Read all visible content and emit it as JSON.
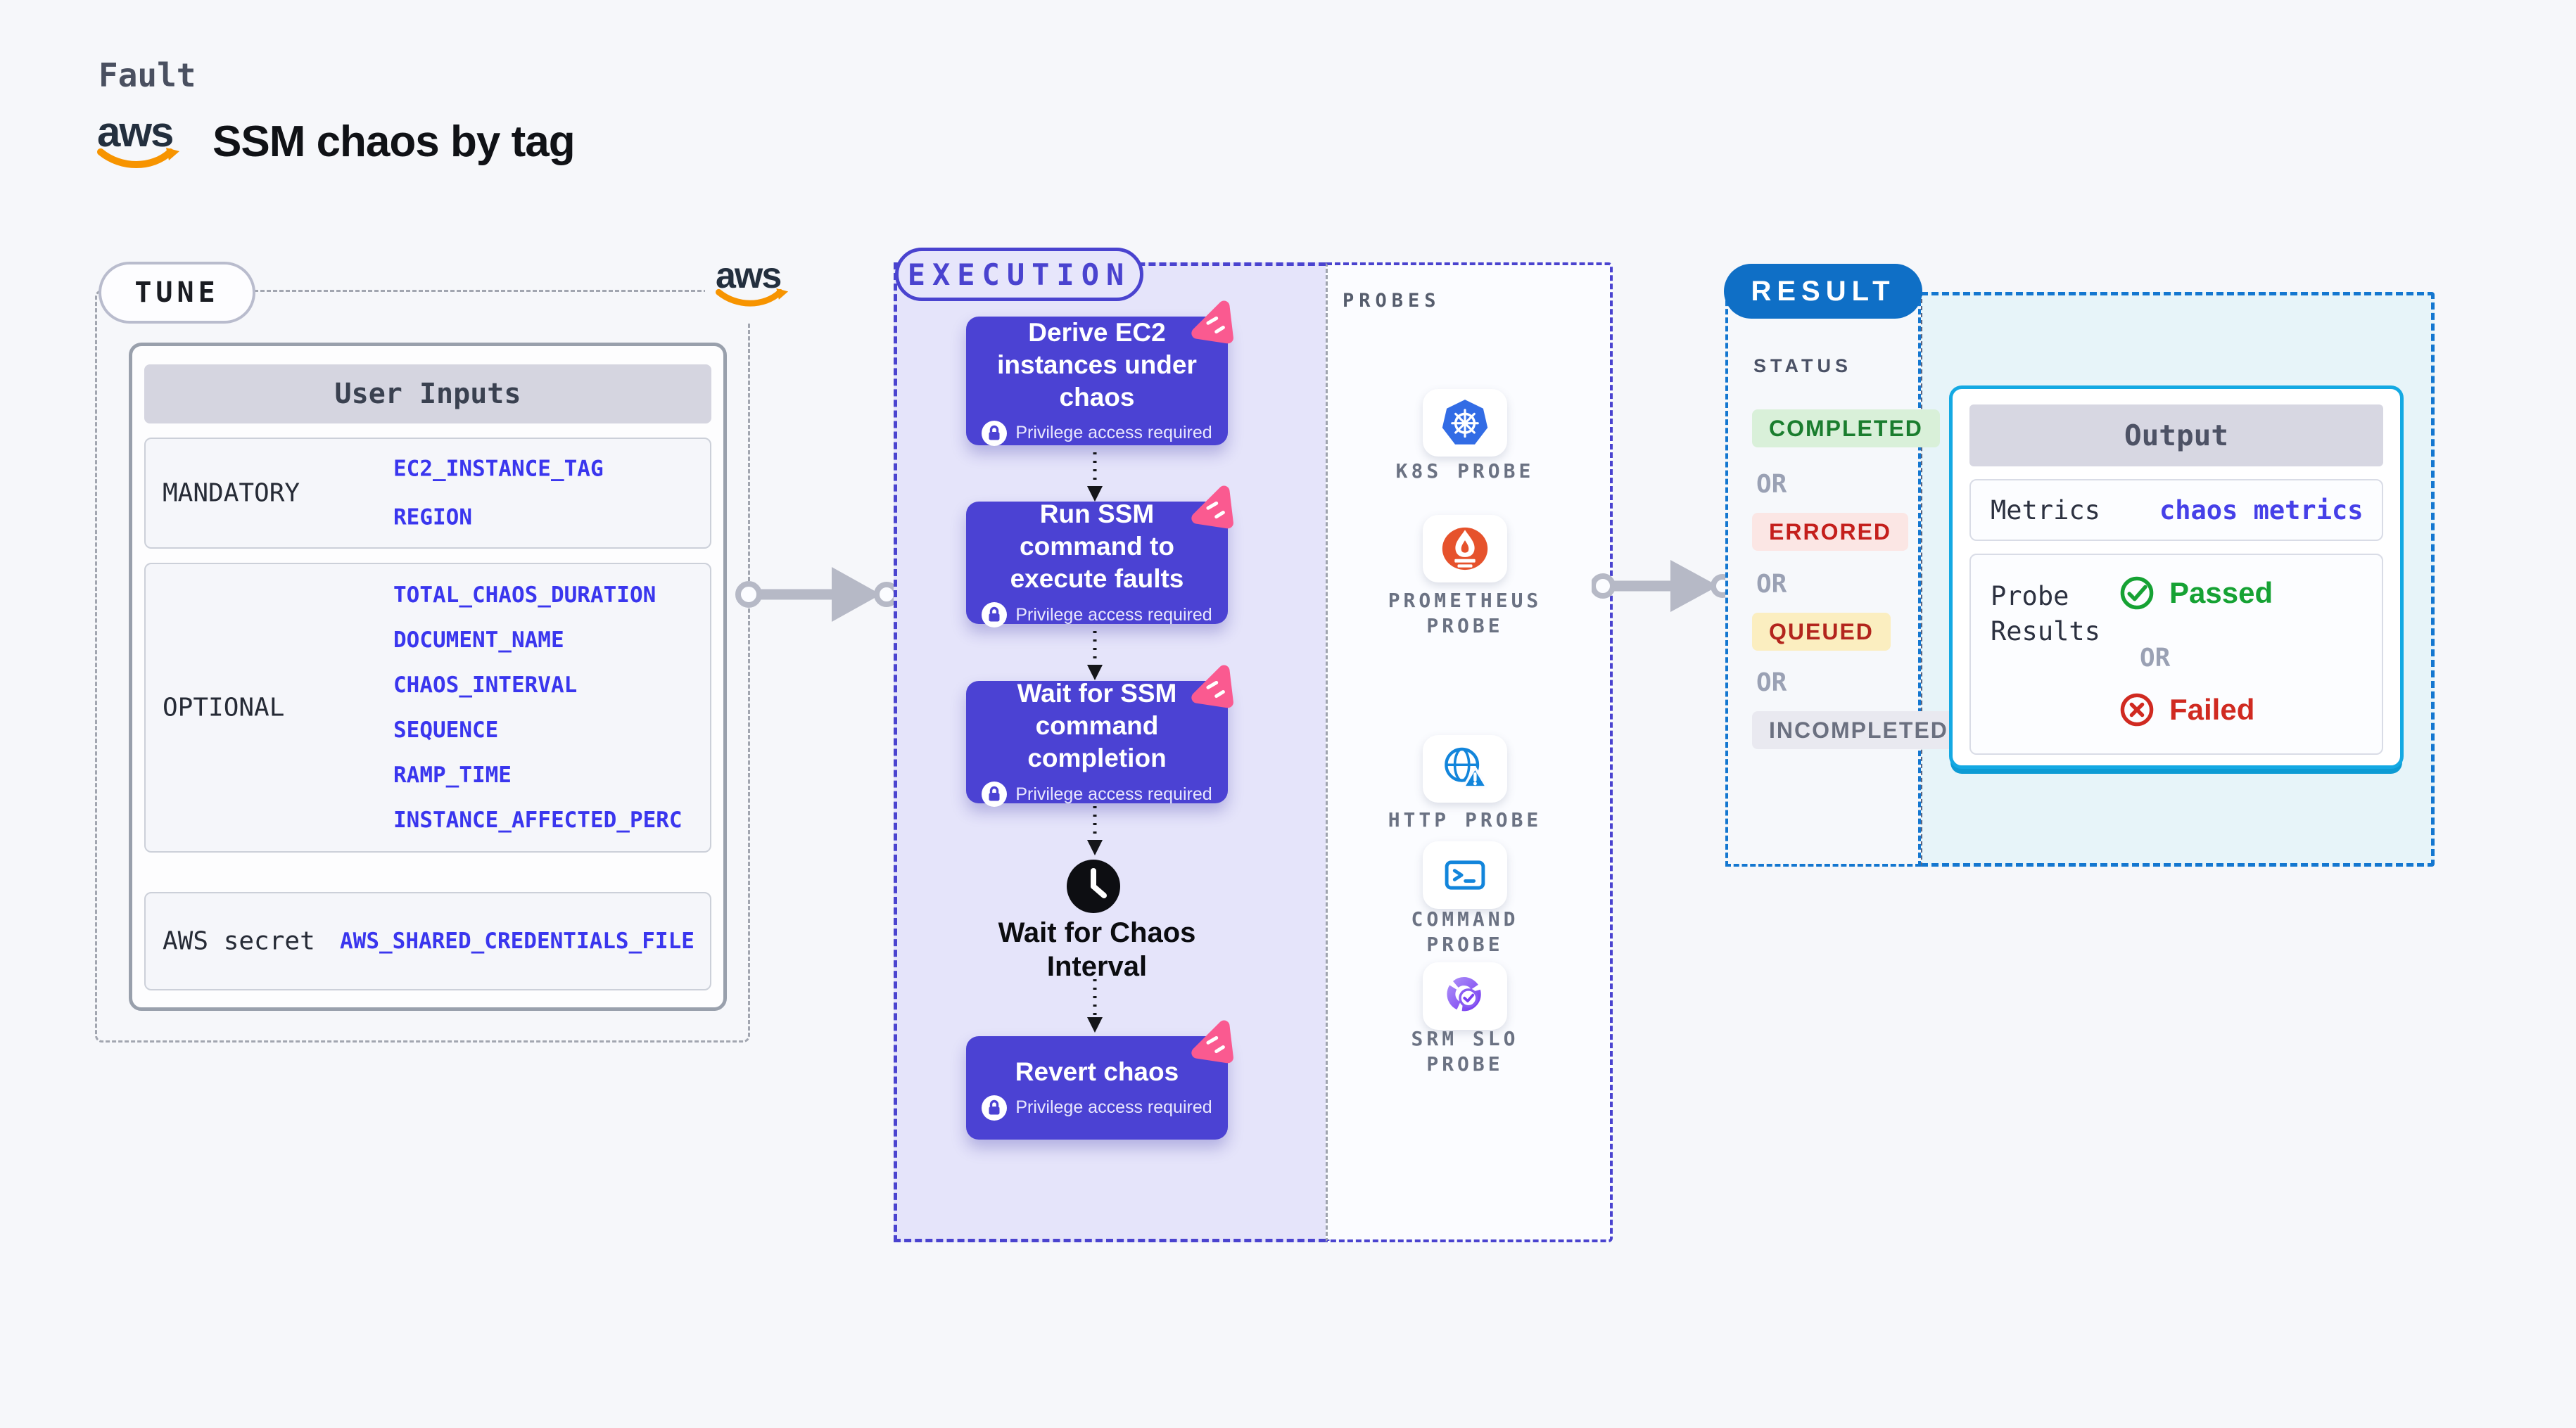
{
  "header": {
    "eyebrow": "Fault",
    "title": "SSM chaos by tag",
    "aws_logo_text": "aws"
  },
  "tune": {
    "label": "TUNE",
    "user_inputs": {
      "title": "User Inputs",
      "rows": [
        {
          "label": "MANDATORY",
          "values": [
            "EC2_INSTANCE_TAG",
            "REGION"
          ]
        },
        {
          "label": "OPTIONAL",
          "values": [
            "TOTAL_CHAOS_DURATION",
            "DOCUMENT_NAME",
            "CHAOS_INTERVAL",
            "SEQUENCE",
            "RAMP_TIME",
            "INSTANCE_AFFECTED_PERC"
          ]
        },
        {
          "label": "AWS secret",
          "values": [
            "AWS_SHARED_CREDENTIALS_FILE"
          ]
        }
      ]
    }
  },
  "execution": {
    "label": "EXECUTION",
    "privilege_note": "Privilege access required",
    "steps": [
      {
        "title": "Derive EC2 instances under chaos"
      },
      {
        "title": "Run SSM command to execute faults"
      },
      {
        "title": "Wait for SSM command completion"
      },
      {
        "title": "Revert chaos"
      }
    ],
    "wait_step_label": "Wait for Chaos Interval"
  },
  "probes": {
    "label": "PROBES",
    "items": [
      {
        "name": "K8S PROBE",
        "icon": "kubernetes-icon"
      },
      {
        "name": "PROMETHEUS PROBE",
        "icon": "prometheus-icon"
      },
      {
        "name": "HTTP PROBE",
        "icon": "http-globe-warning-icon"
      },
      {
        "name": "COMMAND PROBE",
        "icon": "terminal-icon"
      },
      {
        "name": "SRM SLO PROBE",
        "icon": "slo-donut-check-icon"
      }
    ]
  },
  "result": {
    "label": "RESULT",
    "status": {
      "label": "STATUS",
      "separator": "OR",
      "states": [
        {
          "text": "COMPLETED",
          "text_color": "#1a7d2e",
          "bg": "#d9f0d9"
        },
        {
          "text": "ERRORED",
          "text_color": "#c41f1c",
          "bg": "#fbe6e4"
        },
        {
          "text": "QUEUED",
          "text_color": "#b3251d",
          "bg": "#fbeec0"
        },
        {
          "text": "INCOMPLETED",
          "text_color": "#6b7080",
          "bg": "#e9e9f0"
        }
      ]
    },
    "output": {
      "title": "Output",
      "metrics_label": "Metrics",
      "metrics_value": "chaos metrics",
      "probe_results_label": "Probe Results",
      "passed_label": "Passed",
      "or_label": "OR",
      "failed_label": "Failed"
    }
  },
  "colors": {
    "page_bg": "#f6f7fa",
    "step_purple": "#4b42d3",
    "execution_accent": "#4a43cf",
    "execution_panel_bg": "#e5e4fa",
    "value_blue": "#3a36ee",
    "pink_badge": "#fa5a90",
    "result_blue": "#0f6fc6",
    "result_dash_blue": "#1477d0",
    "output_cyan_border": "#14a9e3",
    "output_zone_bg": "#e7f4f9",
    "aws_orange": "#f79400",
    "kubernetes_blue": "#326ce5",
    "prometheus_orange": "#e6522c",
    "probe_icon_blue": "#1285db",
    "slo_purple": "#8a5cf2",
    "passed_green": "#16a234",
    "failed_red": "#d02a21"
  }
}
